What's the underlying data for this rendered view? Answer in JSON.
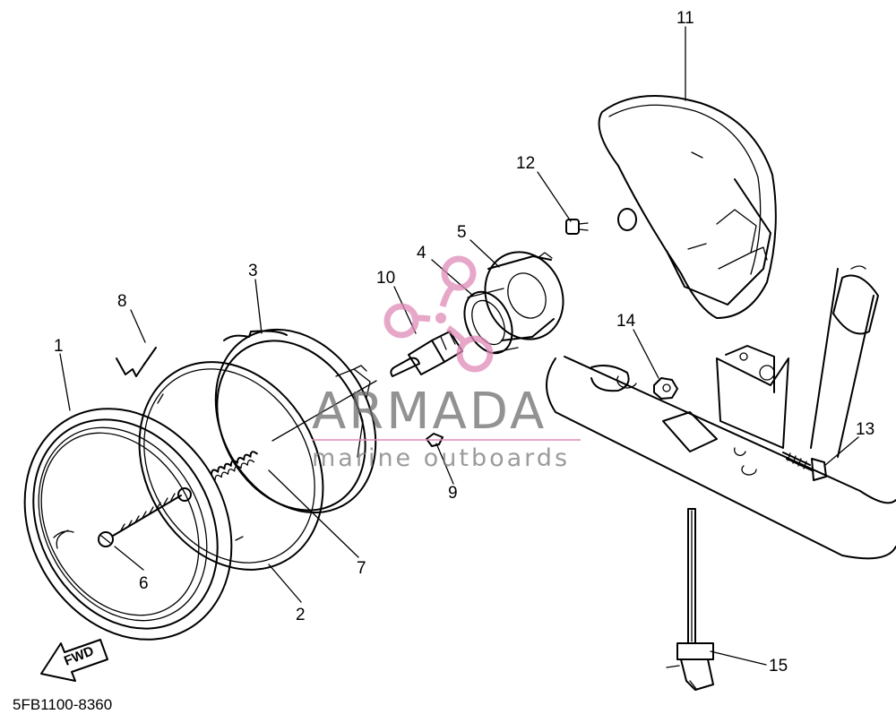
{
  "diagram": {
    "callouts": [
      {
        "id": "c1",
        "label": "1"
      },
      {
        "id": "c2",
        "label": "2"
      },
      {
        "id": "c3",
        "label": "3"
      },
      {
        "id": "c4",
        "label": "4"
      },
      {
        "id": "c5",
        "label": "5"
      },
      {
        "id": "c6",
        "label": "6"
      },
      {
        "id": "c7",
        "label": "7"
      },
      {
        "id": "c8",
        "label": "8"
      },
      {
        "id": "c9",
        "label": "9"
      },
      {
        "id": "c10",
        "label": "10"
      },
      {
        "id": "c11",
        "label": "11"
      },
      {
        "id": "c12",
        "label": "12"
      },
      {
        "id": "c13",
        "label": "13"
      },
      {
        "id": "c14",
        "label": "14"
      },
      {
        "id": "c15",
        "label": "15"
      }
    ],
    "part_code": "5FB1100-8360",
    "direction_label": "FWD"
  },
  "watermark": {
    "title": "ARMADA",
    "subtitle": "marine outboards",
    "logo_color": "#e08ab8"
  }
}
